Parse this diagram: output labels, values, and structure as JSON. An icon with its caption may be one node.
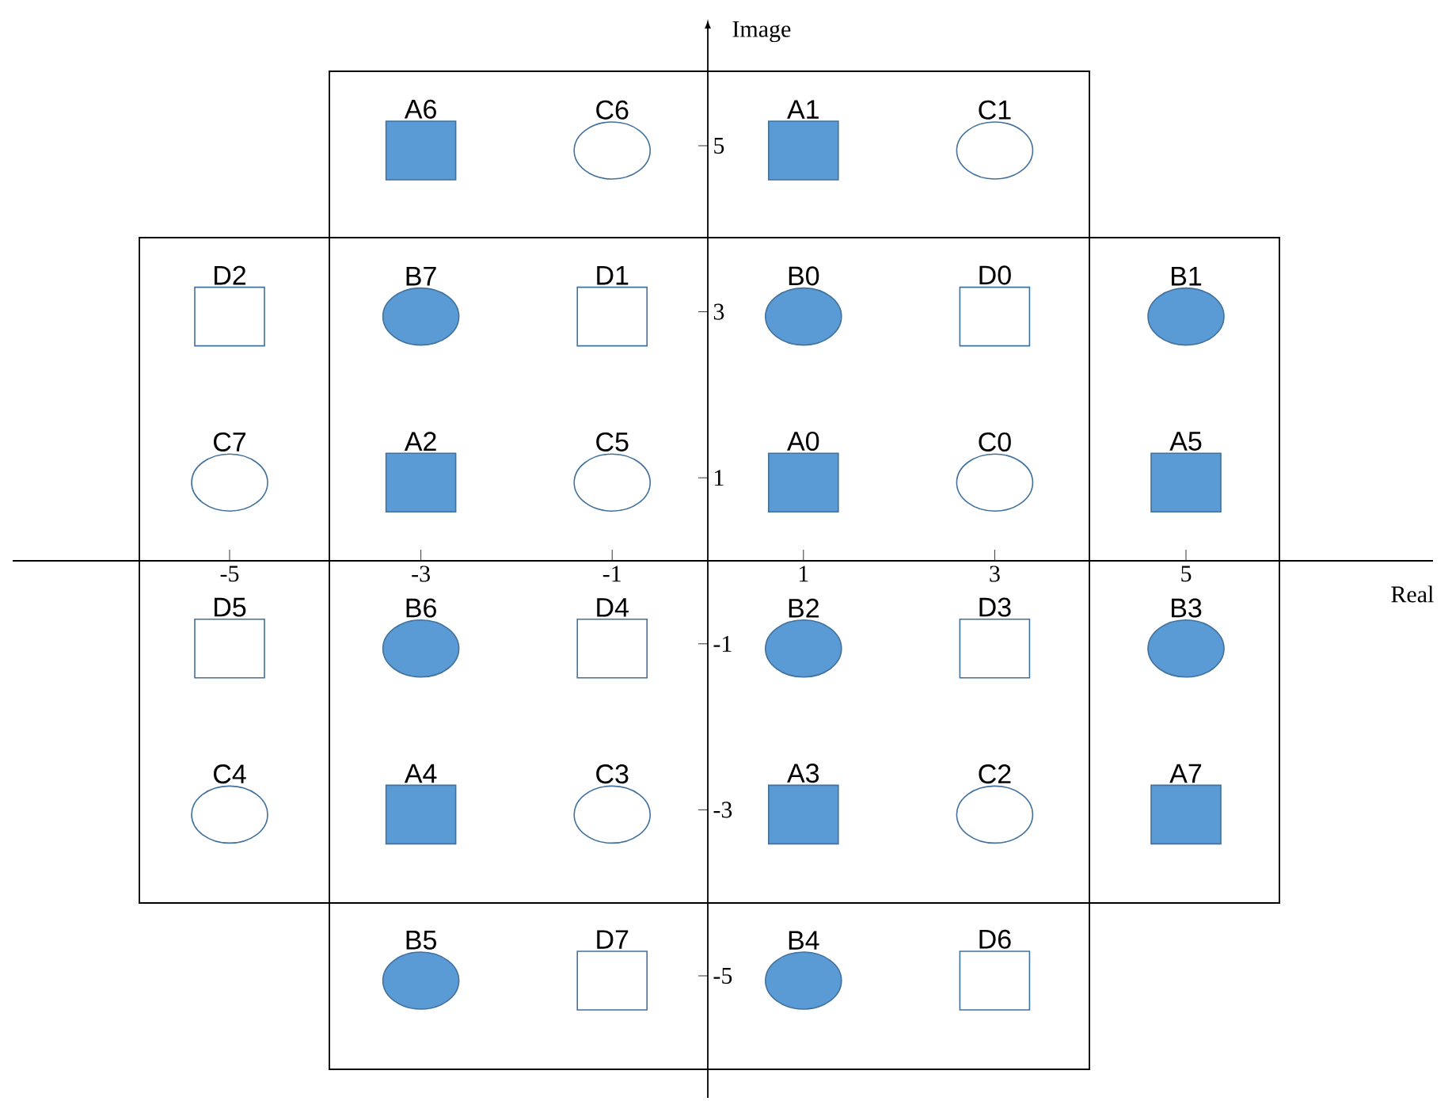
{
  "diagram": {
    "nodes": [
      {
        "text": [
          "A6"
        ]
      },
      {
        "text": [
          "C6"
        ]
      },
      {
        "text": [
          "A1"
        ]
      },
      {
        "text": [
          "C1"
        ]
      },
      {
        "text": [
          "D2"
        ]
      },
      {
        "text": [
          "B7"
        ]
      },
      {
        "text": [
          "D1"
        ]
      },
      {
        "text": [
          "B0"
        ]
      },
      {
        "text": [
          "D0"
        ]
      },
      {
        "text": [
          "B1"
        ]
      },
      {
        "text": [
          "C7"
        ]
      },
      {
        "text": [
          "A2"
        ]
      },
      {
        "text": [
          "C5"
        ]
      },
      {
        "text": [
          "A0"
        ]
      },
      {
        "text": [
          "C0"
        ]
      },
      {
        "text": [
          "A5"
        ]
      },
      {
        "text": [
          "D5"
        ]
      },
      {
        "text": [
          "B6"
        ]
      },
      {
        "text": [
          "D4"
        ]
      },
      {
        "text": [
          "B2"
        ]
      },
      {
        "text": [
          "D3"
        ]
      },
      {
        "text": [
          "B3"
        ]
      },
      {
        "text": [
          "C4"
        ]
      },
      {
        "text": [
          "A4"
        ]
      },
      {
        "text": [
          "C3"
        ]
      },
      {
        "text": [
          "A3"
        ]
      },
      {
        "text": [
          "C2"
        ]
      },
      {
        "text": [
          "A7"
        ]
      },
      {
        "text": [
          "B5"
        ]
      },
      {
        "text": [
          "D7"
        ]
      },
      {
        "text": [
          "B4"
        ]
      },
      {
        "text": [
          "D6"
        ]
      }
    ],
    "labels": [
      "Image",
      "5",
      "3",
      "1",
      "-5",
      "-3",
      "-1",
      "1",
      "3",
      "5",
      "Real",
      "-1",
      "-3",
      "-5"
    ]
  }
}
